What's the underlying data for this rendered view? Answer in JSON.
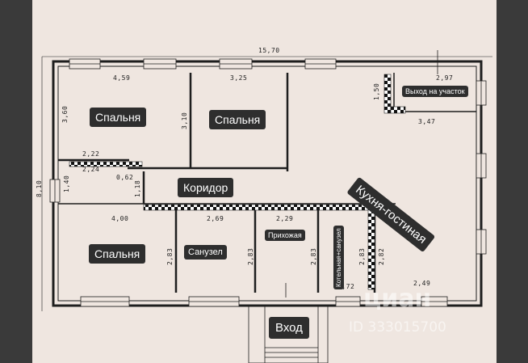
{
  "rooms": {
    "bedroom_1": "Спальня",
    "bedroom_2": "Спальня",
    "bedroom_3": "Спальня",
    "corridor": "Коридор",
    "kitchen_living": "Кухня-гостиная",
    "bathroom": "Санузел",
    "hallway": "Прихожая",
    "boiler_bathroom": "Котельная+санузел",
    "exit_to_plot": "Выход на участок",
    "entrance": "Вход"
  },
  "dimensions": {
    "total_width": "15,70",
    "total_height": "8,10",
    "d_459": "4,59",
    "d_325": "3,25",
    "d_297": "2,97",
    "d_347": "3,47",
    "d_150": "1,50",
    "d_360a": "3,60",
    "d_310": "3,10",
    "d_222": "2,22",
    "d_224": "2,24",
    "d_062": "0,62",
    "d_140": "1,40",
    "d_118": "1,18",
    "d_400": "4,00",
    "d_269": "2,69",
    "d_229": "2,29",
    "d_283a": "2,83",
    "d_283b": "2,83",
    "d_283c": "2,83",
    "d_283d": "2,83",
    "d_172": "1,72",
    "d_249": "2,49",
    "d_282": "2,82"
  },
  "watermark": {
    "brand": "циан",
    "id": "ID 333015700"
  },
  "colors": {
    "wall": "#1e1e1e",
    "paper": "#efe6e0",
    "label_bg": "#2e2e2e",
    "label_text": "#ffffff"
  }
}
